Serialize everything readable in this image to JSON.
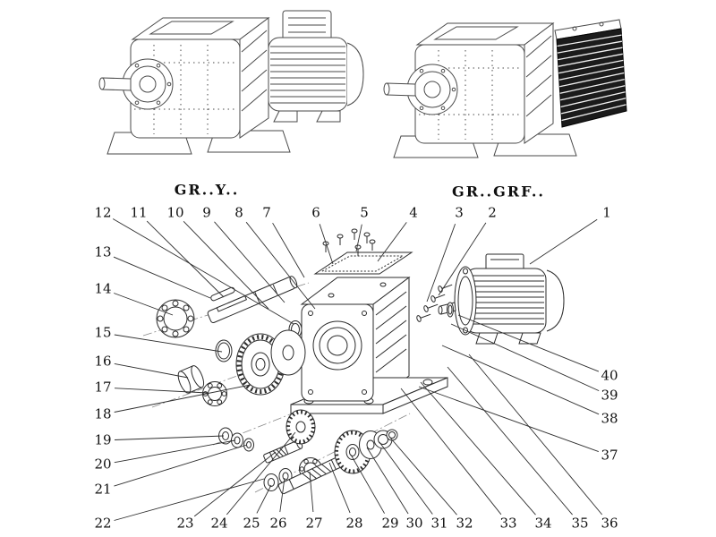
{
  "page": {
    "background": "#ffffff",
    "line_color": "#2b2b2b",
    "dark_fill": "#1b1b1b"
  },
  "variants": {
    "left": {
      "label": "GR..Y.."
    },
    "right": {
      "label": "GR..GRF.."
    }
  },
  "exploded": {
    "callouts": {
      "top": [
        "12",
        "11",
        "10",
        "9",
        "8",
        "7",
        "6",
        "5",
        "4",
        "3",
        "2",
        "1"
      ],
      "left": [
        "13",
        "14",
        "15",
        "16",
        "17",
        "18",
        "19",
        "20",
        "21",
        "22"
      ],
      "bottom": [
        "23",
        "24",
        "25",
        "26",
        "27",
        "28",
        "29",
        "30",
        "31",
        "32",
        "33",
        "34",
        "35",
        "36"
      ],
      "right": [
        "40",
        "39",
        "38",
        "37"
      ]
    }
  }
}
